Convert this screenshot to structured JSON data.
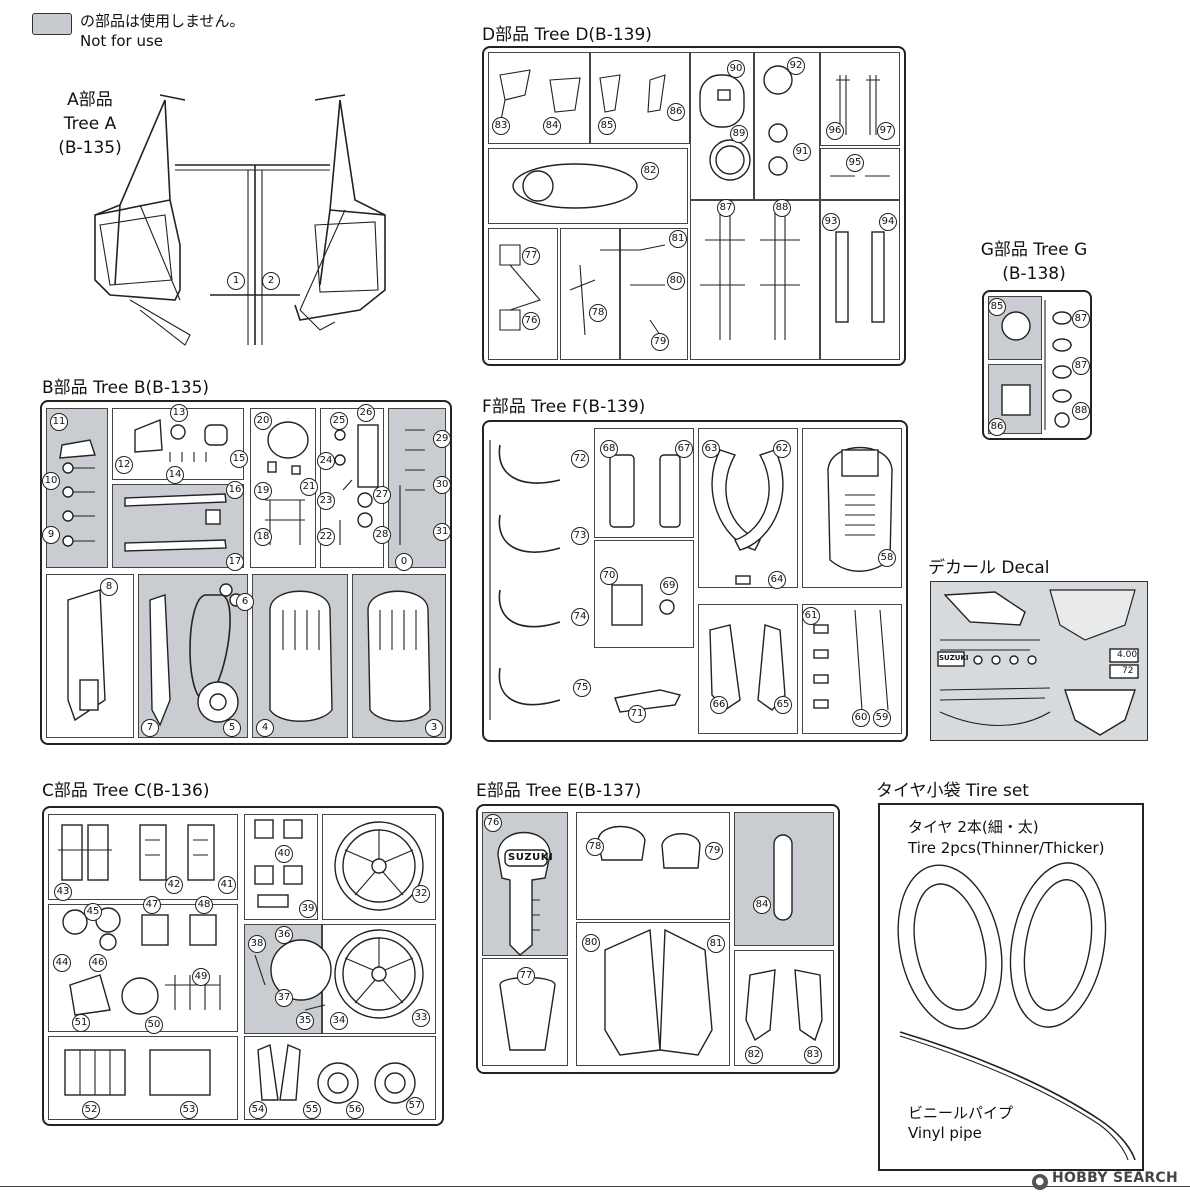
{
  "legend": {
    "jp": "の部品は使用しません。",
    "en": "Not for use"
  },
  "trees": {
    "a": {
      "line1": "A部品",
      "line2": "Tree A",
      "line3": "(B-135)",
      "parts": [
        "1",
        "2"
      ]
    },
    "b": {
      "title": "B部品 Tree B(B-135)",
      "parts": [
        "11",
        "13",
        "12",
        "14",
        "15",
        "20",
        "25",
        "26",
        "29",
        "10",
        "9",
        "16",
        "17",
        "19",
        "21",
        "24",
        "22",
        "23",
        "27",
        "28",
        "18",
        "0",
        "30",
        "31",
        "8",
        "6",
        "7",
        "5",
        "4",
        "3"
      ]
    },
    "c": {
      "title": "C部品 Tree C(B-136)",
      "parts": [
        "43",
        "42",
        "41",
        "40",
        "39",
        "32",
        "45",
        "47",
        "48",
        "44",
        "46",
        "49",
        "51",
        "50",
        "38",
        "36",
        "37",
        "35",
        "34",
        "33",
        "52",
        "53",
        "54",
        "55",
        "56",
        "57"
      ]
    },
    "d": {
      "title": "D部品 Tree D(B-139)",
      "parts": [
        "83",
        "84",
        "85",
        "86",
        "90",
        "92",
        "96",
        "97",
        "89",
        "91",
        "82",
        "95",
        "77",
        "81",
        "87",
        "88",
        "93",
        "94",
        "80",
        "76",
        "78",
        "79"
      ]
    },
    "e": {
      "title": "E部品 Tree E(B-137)",
      "parts": [
        "76",
        "78",
        "79",
        "84",
        "77",
        "80",
        "81",
        "82",
        "83"
      ],
      "key_text": "SUZUKI"
    },
    "f": {
      "title": "F部品 Tree F(B-139)",
      "parts": [
        "72",
        "68",
        "67",
        "63",
        "62",
        "73",
        "58",
        "70",
        "69",
        "64",
        "74",
        "61",
        "75",
        "71",
        "66",
        "65",
        "60",
        "59"
      ]
    },
    "g": {
      "line1": "G部品 Tree G",
      "line2": "(B-138)",
      "parts": [
        "85",
        "87",
        "87",
        "86",
        "88"
      ]
    }
  },
  "decal": {
    "title": "デカール Decal",
    "brand": "SUZUKI",
    "values": [
      "4.00",
      "72"
    ]
  },
  "tire": {
    "title": "タイヤ小袋 Tire set",
    "tire_jp": "タイヤ 2本(細・太)",
    "tire_en": "Tire 2pcs(Thinner/Thicker)",
    "pipe_jp": "ビニールパイプ",
    "pipe_en": "Vinyl pipe"
  },
  "watermark": "HOBBY SEARCH",
  "colors": {
    "not_for_use": "#c9cdd1",
    "line": "#222222",
    "decal_bg": "#d7dadd"
  }
}
